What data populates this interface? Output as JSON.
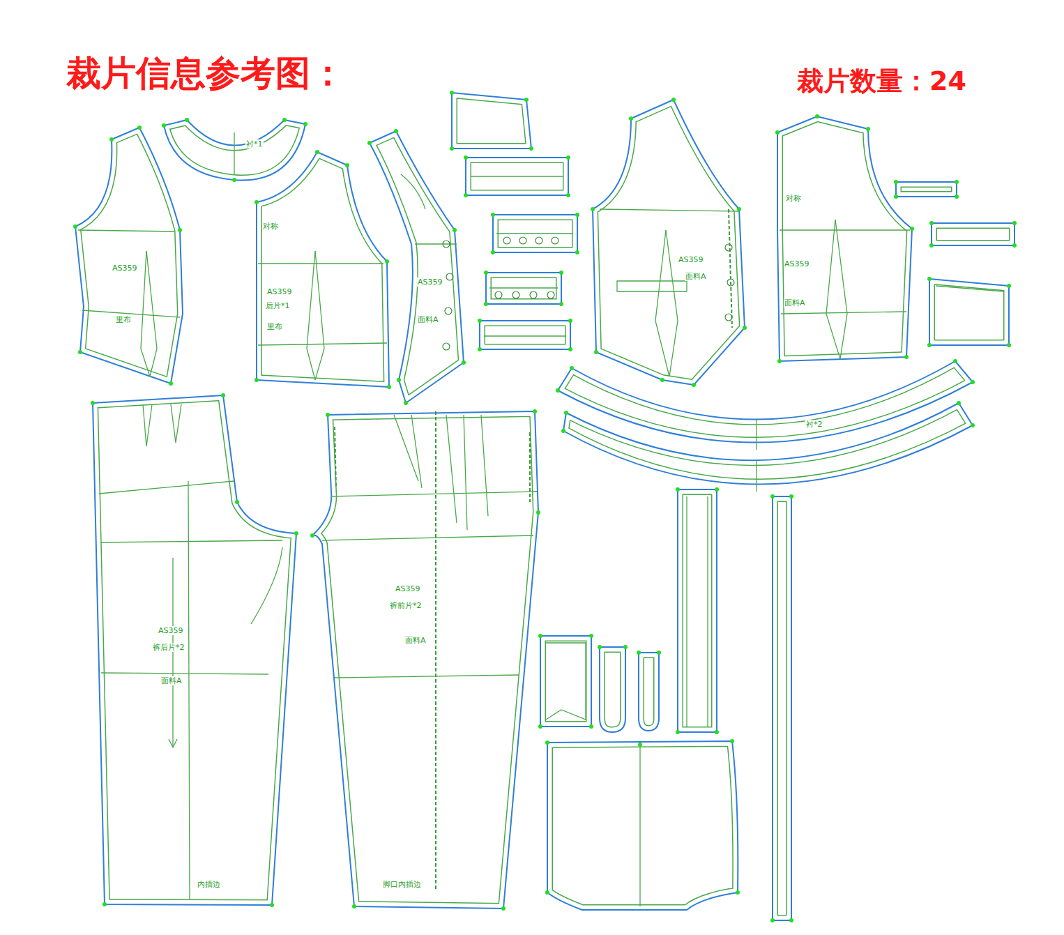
{
  "diagram": {
    "title": "裁片信息参考图：",
    "labels": [
      "裁片数量：24",
      "衬*1",
      "AS359",
      "里布",
      "对称",
      "AS359",
      "后片*1",
      "里布",
      "AS359",
      "面料A",
      "对称",
      "AS359",
      "面料A",
      "AS359",
      "面料A",
      "衬*2",
      "AS359",
      "裤后片*2",
      "面料A",
      "内插边",
      "AS359",
      "裤前片*2",
      "面料A",
      "脚口内插边"
    ]
  }
}
